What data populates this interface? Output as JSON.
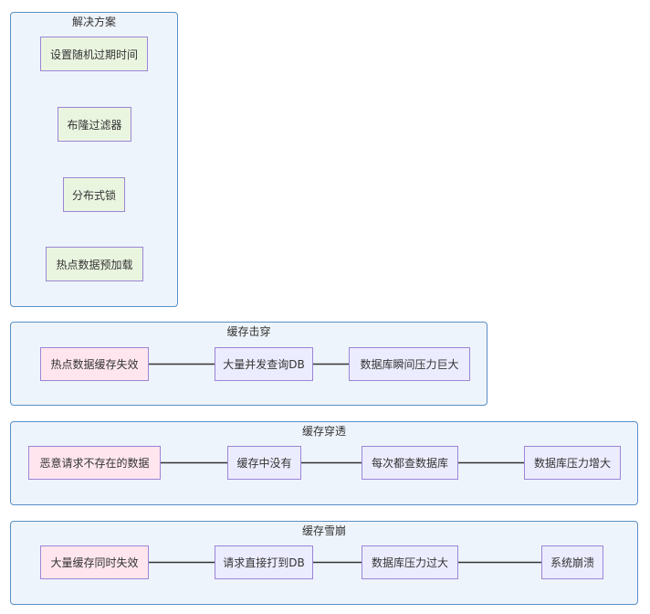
{
  "colors": {
    "group_border": "#5b8fc7",
    "group_fill": "#eef4fb",
    "node_border": "#9b85d6",
    "node_fill": "#ececff",
    "solution_fill": "#eaf5e0",
    "cause_fill": "#ffe6ee",
    "edge": "#333333"
  },
  "solutions": {
    "title": "解决方案",
    "items": [
      "设置随机过期时间",
      "布隆过滤器",
      "分布式锁",
      "热点数据预加载"
    ]
  },
  "breakdown": {
    "title": "缓存击穿",
    "steps": [
      "热点数据缓存失效",
      "大量并发查询DB",
      "数据库瞬间压力巨大"
    ]
  },
  "penetration": {
    "title": "缓存穿透",
    "steps": [
      "恶意请求不存在的数据",
      "缓存中没有",
      "每次都查数据库",
      "数据库压力增大"
    ]
  },
  "avalanche": {
    "title": "缓存雪崩",
    "steps": [
      "大量缓存同时失效",
      "请求直接打到DB",
      "数据库压力过大",
      "系统崩溃"
    ]
  }
}
